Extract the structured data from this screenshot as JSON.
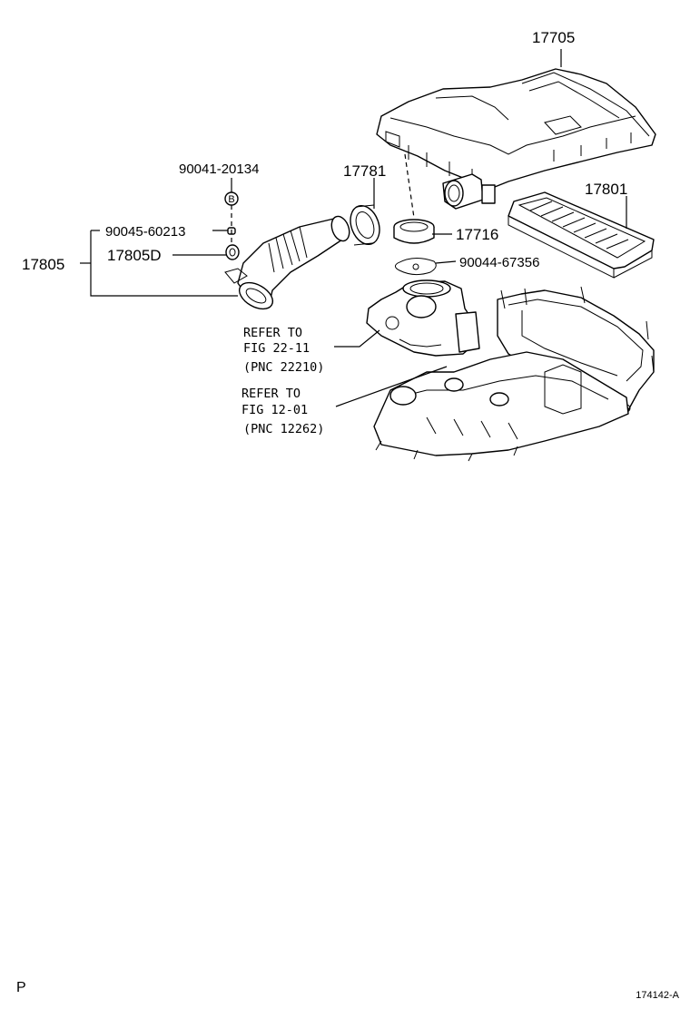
{
  "labels": {
    "cover_17705": "17705",
    "hose_17781": "17781",
    "filter_17801": "17801",
    "bolt_90041": "90041-20134",
    "clip_90045": "90045-60213",
    "assy_17805d": "17805D",
    "assy_17805": "17805",
    "seal_17716": "17716",
    "gasket_90044": "90044-67356"
  },
  "refs": {
    "ref1": {
      "line1": "REFER TO",
      "line2": "FIG 22-11",
      "line3": "(PNC 22210)"
    },
    "ref2": {
      "line1": "REFER TO",
      "line2": "FIG 12-01",
      "line3": "(PNC 12262)"
    }
  },
  "bolt_marker": "B",
  "footer": {
    "left": "P",
    "right": "174142-A"
  }
}
